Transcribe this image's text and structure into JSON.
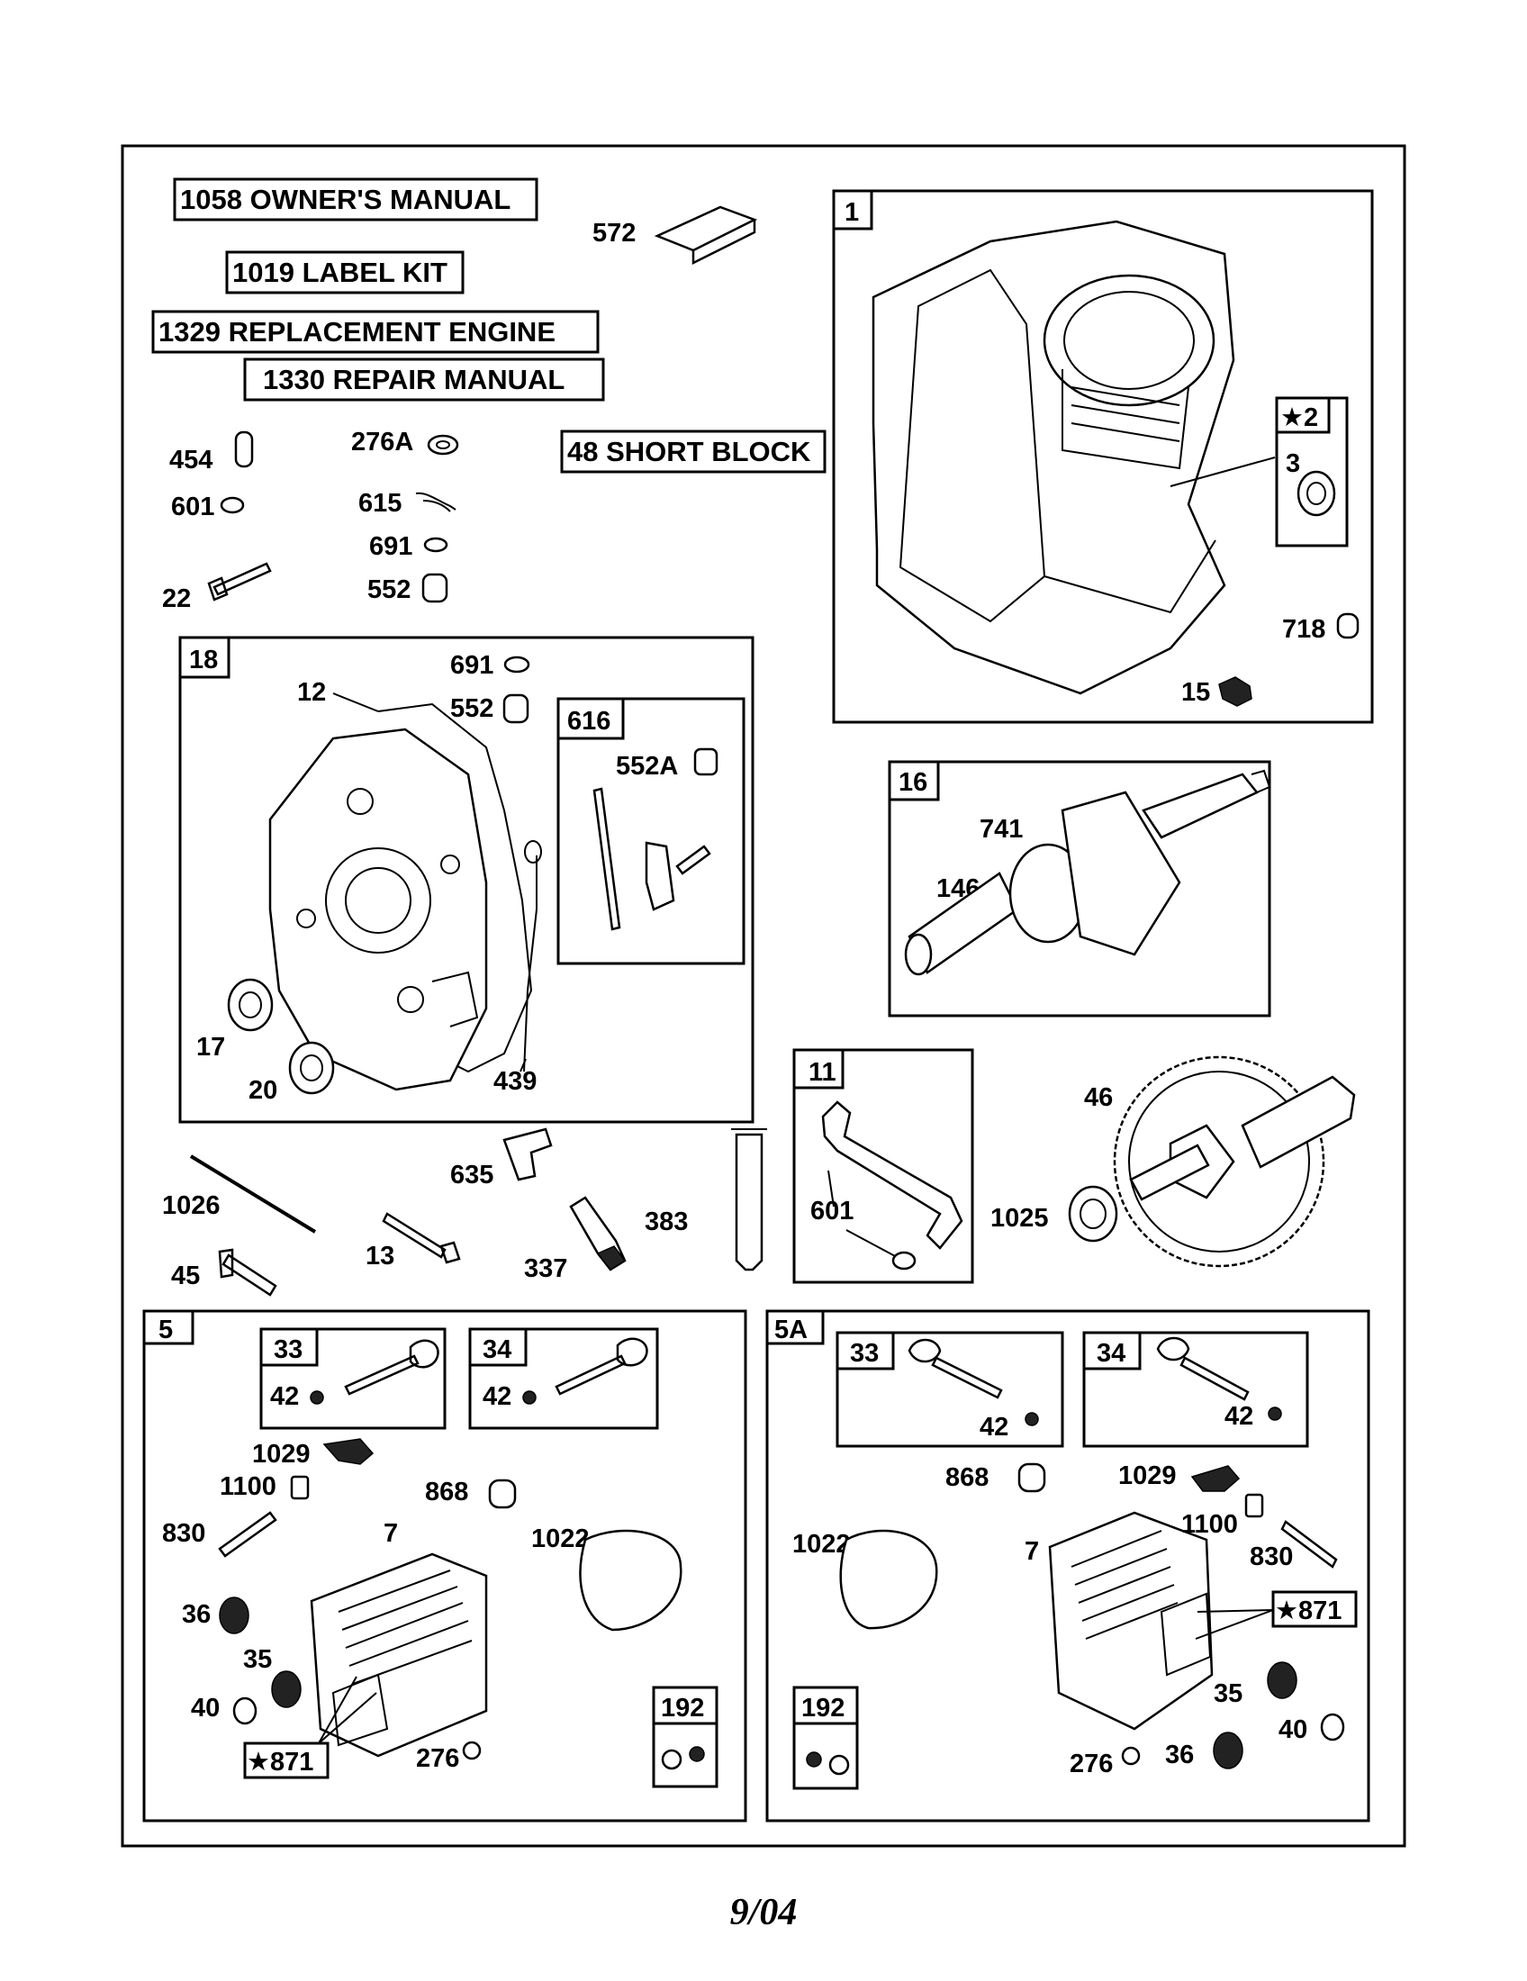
{
  "kits": {
    "owners_manual": "1058 OWNER'S MANUAL",
    "label_kit": "1019 LABEL KIT",
    "replacement_engine": "1329 REPLACEMENT ENGINE",
    "repair_manual": "1330 REPAIR MANUAL",
    "short_block": "48 SHORT BLOCK"
  },
  "loose": {
    "p572": "572",
    "p454": "454",
    "p276a": "276A",
    "p601": "601",
    "p615": "615",
    "p691": "691",
    "p552": "552",
    "p22": "22",
    "p1026": "1026",
    "p635": "635",
    "p45": "45",
    "p13": "13",
    "p337": "337",
    "p383": "383",
    "p46": "46",
    "p1025": "1025"
  },
  "box1": {
    "id": "1",
    "star2": "★2",
    "p3": "3",
    "p718": "718",
    "p15": "15"
  },
  "box18": {
    "id": "18",
    "p12": "12",
    "p691": "691",
    "p552": "552",
    "p17": "17",
    "p20": "20",
    "p439": "439"
  },
  "box616": {
    "id": "616",
    "p552a": "552A"
  },
  "box16": {
    "id": "16",
    "p741": "741",
    "p146": "146"
  },
  "box11": {
    "id": "11",
    "p601": "601"
  },
  "box5": {
    "id": "5",
    "v33": "33",
    "v34": "34",
    "k42a": "42",
    "k42b": "42",
    "p1029": "1029",
    "p1100": "1100",
    "p868": "868",
    "p830": "830",
    "p7": "7",
    "p1022": "1022",
    "p36": "36",
    "p35": "35",
    "p40": "40",
    "p871": "★871",
    "p276": "276",
    "p192": "192"
  },
  "box5a": {
    "id": "5A",
    "v33": "33",
    "v34": "34",
    "k42a": "42",
    "k42b": "42",
    "p868": "868",
    "p1029": "1029",
    "p1022": "1022",
    "p7": "7",
    "p1100": "1100",
    "p830": "830",
    "p871": "★871",
    "p35": "35",
    "p40": "40",
    "p192": "192",
    "p276": "276",
    "p36": "36"
  },
  "footer": {
    "date": "9/04"
  }
}
